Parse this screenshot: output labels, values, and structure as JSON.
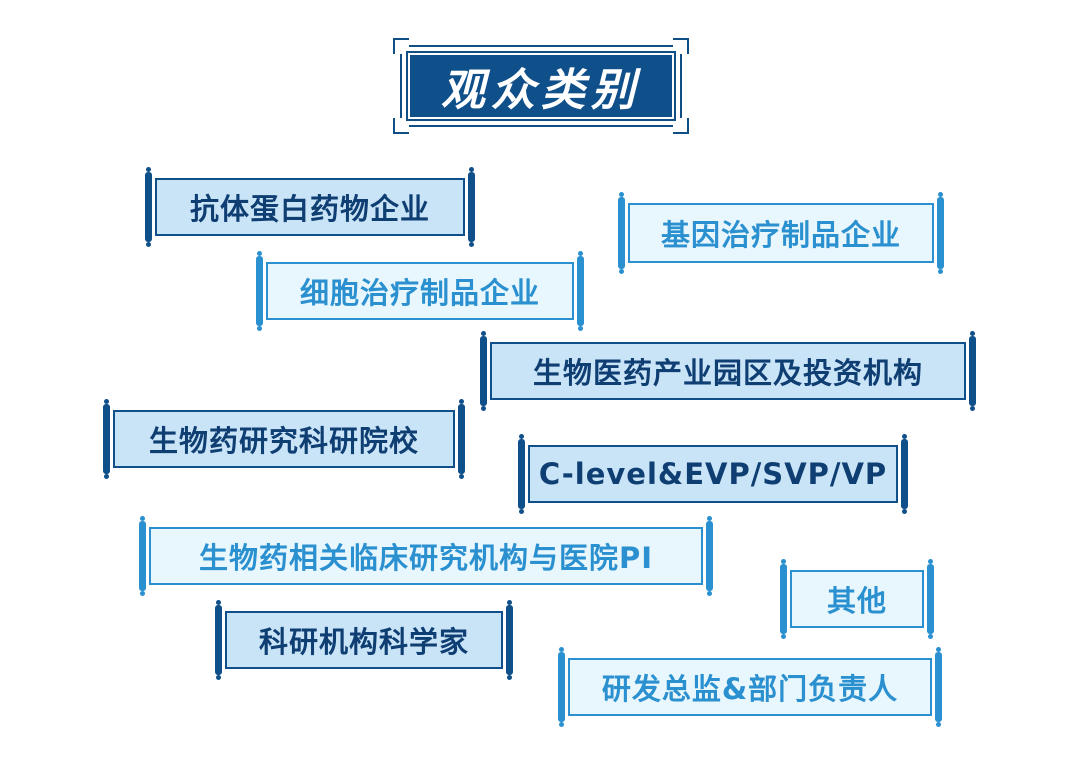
{
  "title": "观众类别",
  "categories": [
    "抗体蛋白药物企业",
    "基因治疗制品企业",
    "细胞治疗制品企业",
    "生物医药产业园区及投资机构",
    "生物药研究科研院校",
    "C-level&EVP/SVP/VP",
    "生物药相关临床研究机构与医院PI",
    "其他",
    "科研机构科学家",
    "研发总监&部门负责人"
  ],
  "colors": {
    "dark_blue": "#0f4f8a",
    "light_blue": "#2a90cf",
    "dark_panel": "#c9e4f7",
    "light_panel": "#e8f6fd"
  }
}
